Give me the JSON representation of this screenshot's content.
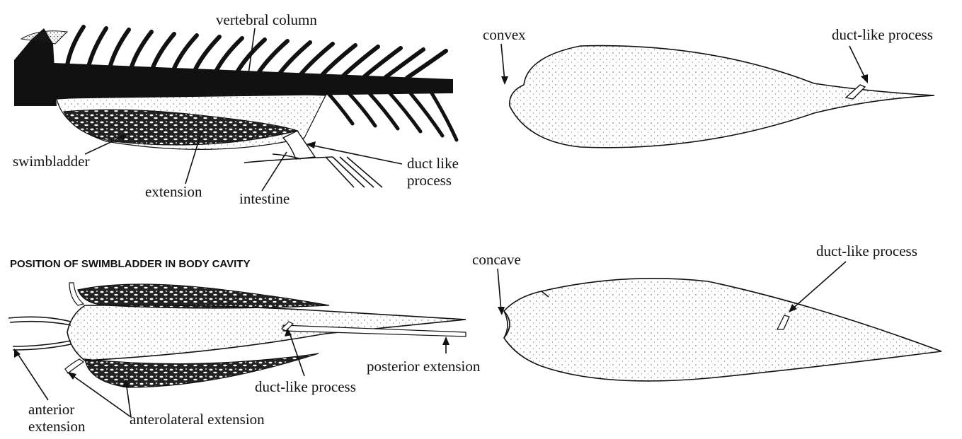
{
  "panel_top_left": {
    "labels": {
      "vertebral_column": "vertebral column",
      "swimbladder": "swimbladder",
      "extension": "extension",
      "intestine": "intestine",
      "duct_like_process_line1": "duct like",
      "duct_like_process_line2": "process"
    }
  },
  "panel_top_right": {
    "labels": {
      "convex": "convex",
      "duct_like_process": "duct-like process"
    }
  },
  "panel_bottom_left": {
    "caption": "POSITION OF SWIMBLADDER IN BODY CAVITY",
    "labels": {
      "posterior_extension": "posterior extension",
      "duct_like_process": "duct-like process",
      "anterior_extension_line1": "anterior",
      "anterior_extension_line2": "extension",
      "anterolateral_extension": "anterolateral extension"
    }
  },
  "panel_bottom_right": {
    "labels": {
      "concave": "concave",
      "duct_like_process": "duct-like process"
    }
  }
}
